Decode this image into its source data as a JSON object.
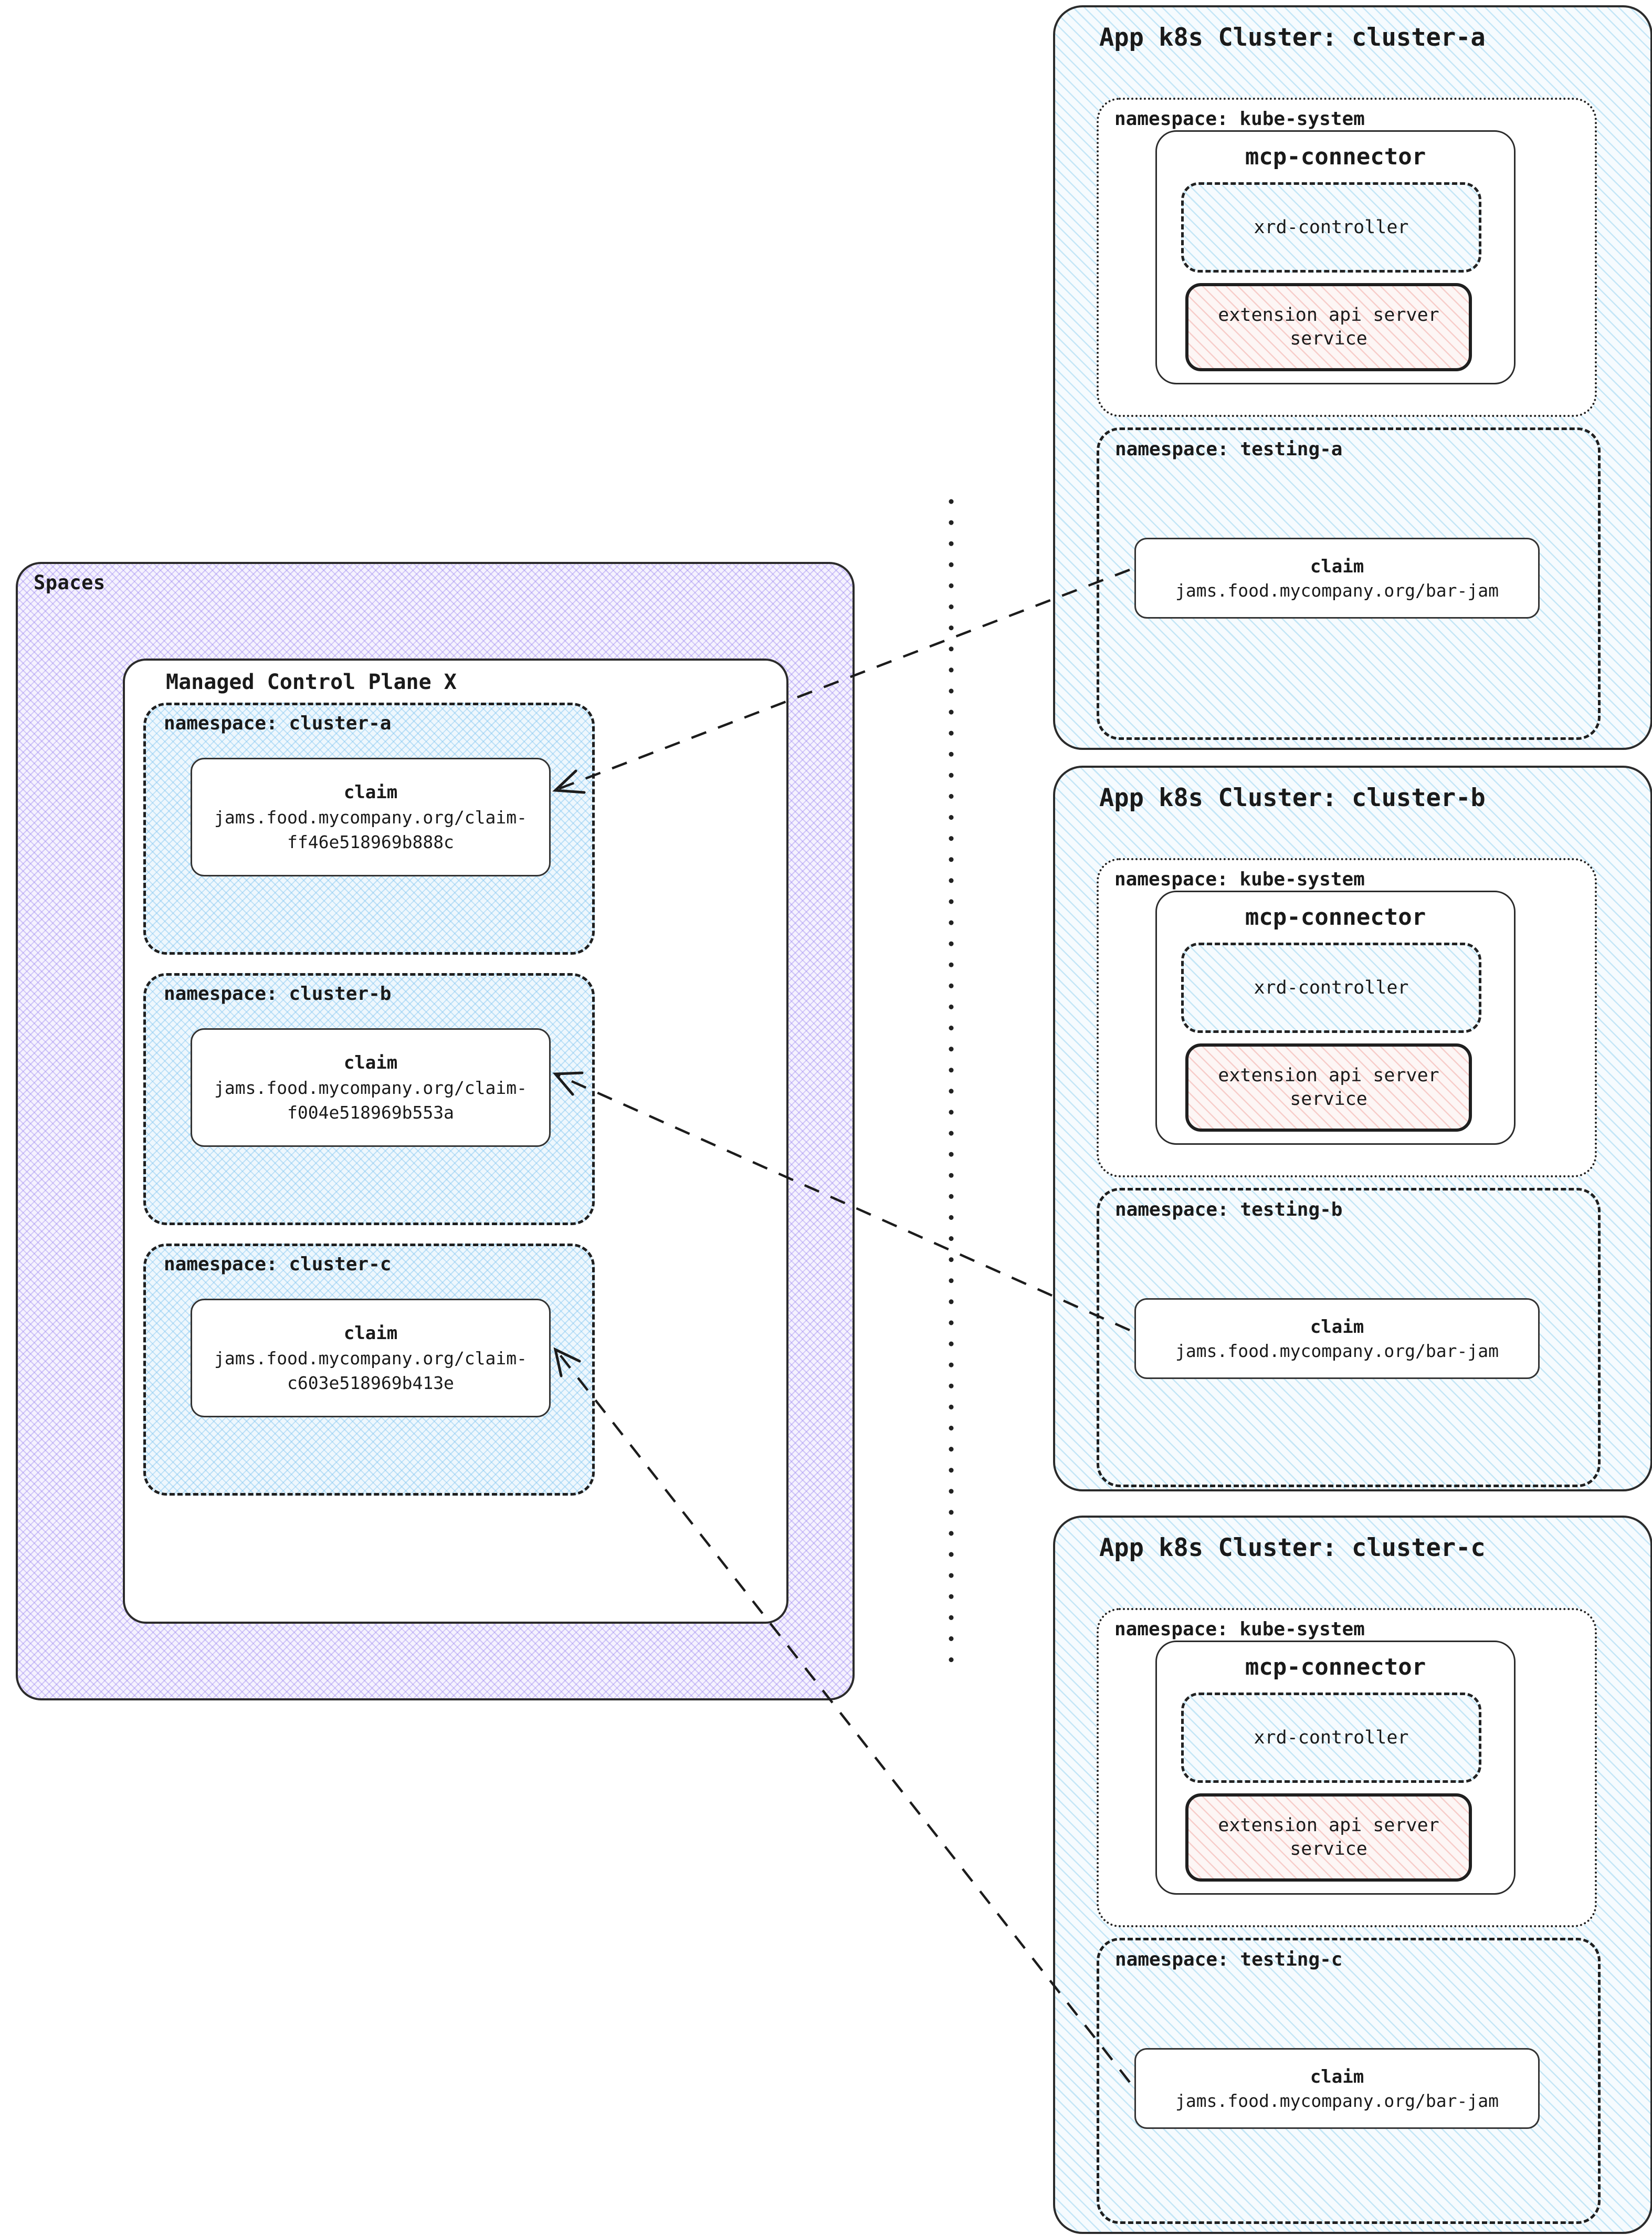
{
  "spaces": {
    "label": "Spaces",
    "mcp_title": "Managed Control Plane X",
    "namespaces": [
      {
        "label": "namespace: cluster-a",
        "claim_title": "claim",
        "claim_line1": "jams.food.mycompany.org/claim-",
        "claim_line2": "ff46e518969b888c"
      },
      {
        "label": "namespace: cluster-b",
        "claim_title": "claim",
        "claim_line1": "jams.food.mycompany.org/claim-",
        "claim_line2": "f004e518969b553a"
      },
      {
        "label": "namespace: cluster-c",
        "claim_title": "claim",
        "claim_line1": "jams.food.mycompany.org/claim-",
        "claim_line2": "c603e518969b413e"
      }
    ]
  },
  "clusters": [
    {
      "title": "App k8s Cluster: cluster-a",
      "kube_label": "namespace: kube-system",
      "connector_title": "mcp-connector",
      "xrd_label": "xrd-controller",
      "ext_api_label": "extension api server service",
      "testing_label": "namespace: testing-a",
      "claim_title": "claim",
      "claim_value": "jams.food.mycompany.org/bar-jam"
    },
    {
      "title": "App k8s Cluster: cluster-b",
      "kube_label": "namespace: kube-system",
      "connector_title": "mcp-connector",
      "xrd_label": "xrd-controller",
      "ext_api_label": "extension api server service",
      "testing_label": "namespace: testing-b",
      "claim_title": "claim",
      "claim_value": "jams.food.mycompany.org/bar-jam"
    },
    {
      "title": "App k8s Cluster: cluster-c",
      "kube_label": "namespace: kube-system",
      "connector_title": "mcp-connector",
      "xrd_label": "xrd-controller",
      "ext_api_label": "extension api server service",
      "testing_label": "namespace: testing-c",
      "claim_title": "claim",
      "claim_value": "jams.food.mycompany.org/bar-jam"
    }
  ],
  "colors": {
    "blue_hatch_line": "#7ac6ec",
    "purple_hatch_line": "#9782f0",
    "pink_hatch_line": "#ee948e",
    "border_dark": "#222222",
    "background": "#ffffff"
  }
}
